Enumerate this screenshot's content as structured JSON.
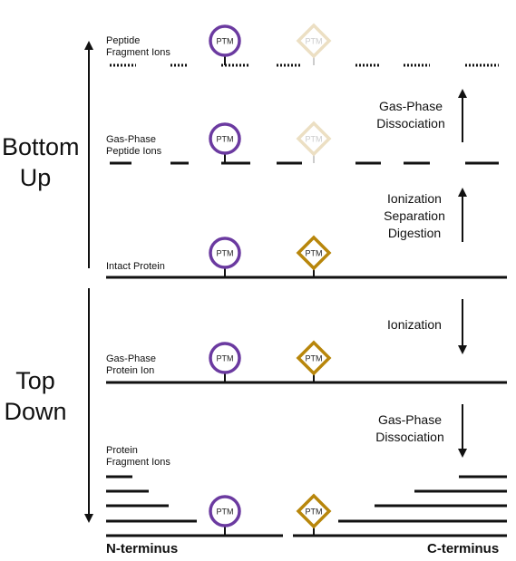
{
  "ptm_label": "PTM",
  "colors": {
    "line": "#111111",
    "ptm_circle": "#6b3aa0",
    "ptm_diamond": "#b8860b",
    "ptm_diamond_faded": "#ecdfc3",
    "ptm_faded_text": "#cccccc"
  },
  "sections": {
    "bottom_up": "Bottom\nUp",
    "top_down": "Top\nDown"
  },
  "levels": {
    "peptide_fragment_ions": "Peptide\nFragment Ions",
    "gas_phase_peptide_ions": "Gas-Phase\nPeptide Ions",
    "intact_protein": "Intact Protein",
    "gas_phase_protein_ion": "Gas-Phase\nProtein Ion",
    "protein_fragment_ions": "Protein\nFragment Ions"
  },
  "steps": {
    "gas_phase_dissociation_top": "Gas-Phase\nDissociation",
    "ionization_separation_digestion": "Ionization\nSeparation\nDigestion",
    "ionization": "Ionization",
    "gas_phase_dissociation_bottom": "Gas-Phase\nDissociation"
  },
  "termini": {
    "n_terminus": "N-terminus",
    "c_terminus": "C-terminus"
  }
}
